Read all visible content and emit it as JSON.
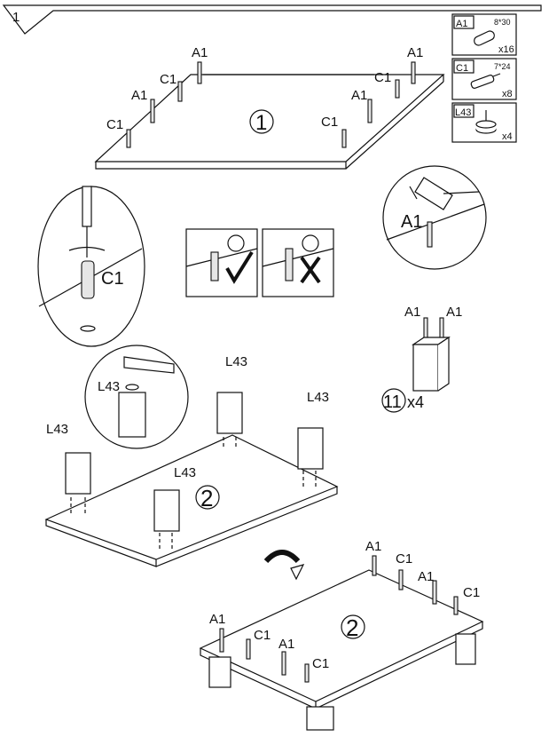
{
  "page": {
    "step_number": "1"
  },
  "parts_legend": [
    {
      "code": "A1",
      "size": "8*30",
      "qty": "x16",
      "icon": "dowel-icon"
    },
    {
      "code": "C1",
      "size": "7*24",
      "qty": "x8",
      "icon": "connector-bolt-icon"
    },
    {
      "code": "L43",
      "size": "",
      "qty": "x4",
      "icon": "glide-foot-icon"
    }
  ],
  "panels": {
    "top": "1",
    "base": "2",
    "base_assembled": "2"
  },
  "labels": {
    "A1": "A1",
    "C1": "C1",
    "L43": "L43"
  },
  "leg": {
    "part": "11",
    "qty": "x4"
  },
  "correct_incorrect": {
    "correct": "correct-check-icon",
    "incorrect": "incorrect-cross-icon"
  }
}
